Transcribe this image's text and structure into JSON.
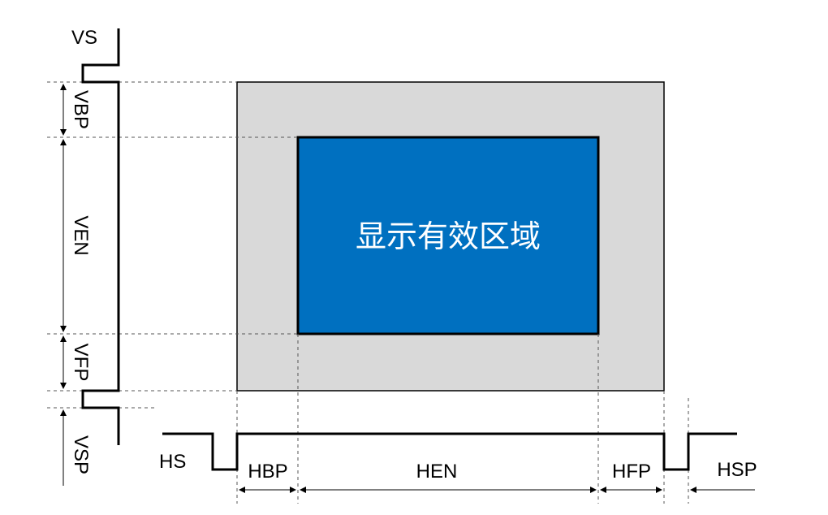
{
  "vertical": {
    "signal_label": "VS",
    "segments": [
      {
        "id": "vbp",
        "label": "VBP"
      },
      {
        "id": "ven",
        "label": "VEN"
      },
      {
        "id": "vfp",
        "label": "VFP"
      },
      {
        "id": "vsp",
        "label": "VSP"
      }
    ]
  },
  "horizontal": {
    "signal_label": "HS",
    "segments": [
      {
        "id": "hbp",
        "label": "HBP"
      },
      {
        "id": "hen",
        "label": "HEN"
      },
      {
        "id": "hfp",
        "label": "HFP"
      },
      {
        "id": "hsp",
        "label": "HSP"
      }
    ]
  },
  "active_area": {
    "label": "显示有效区域",
    "fill_color": "#0070C0"
  },
  "frame": {
    "fill_color": "#D9D9D9"
  }
}
